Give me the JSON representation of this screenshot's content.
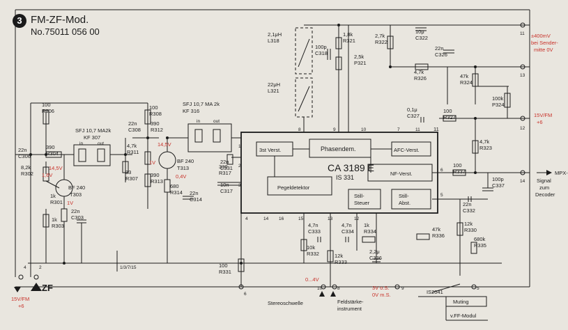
{
  "header": {
    "number": "3",
    "title": "FM-ZF-Mod.",
    "part_no": "No.75011 056 00"
  },
  "ic": {
    "name": "CA 3189 E",
    "code": "IS 331"
  },
  "blocks": {
    "stage3": "3st Verst.",
    "phase": "Phasendem.",
    "afc": "AFC-Verst.",
    "nf": "NF-Verst.",
    "pegel": "Pegeldetektor",
    "still_steuer": [
      "Still-",
      "Steuer"
    ],
    "still_abst": [
      "Still-",
      "Abst."
    ]
  },
  "filters": {
    "f1": [
      "SFJ 10,7 MA2k",
      "KF 307"
    ],
    "f2": [
      "SFJ 10,7 MA 2k",
      "KF 316"
    ],
    "in": "in",
    "out": "out"
  },
  "transistors": {
    "t303": [
      "BF 240",
      "T303"
    ],
    "t313": [
      "BF 240",
      "T313"
    ]
  },
  "components": [
    {
      "id": "r306",
      "t": [
        "100",
        "R306"
      ]
    },
    {
      "id": "c306",
      "t": [
        "22n",
        "C306"
      ]
    },
    {
      "id": "r304",
      "t": [
        "390",
        "R304"
      ]
    },
    {
      "id": "r302",
      "t": [
        "8,2k",
        "R302"
      ]
    },
    {
      "id": "r301",
      "t": [
        "1k",
        "R301"
      ]
    },
    {
      "id": "r303",
      "t": [
        "1k",
        "R303"
      ]
    },
    {
      "id": "c303",
      "t": [
        "22n",
        "C303"
      ]
    },
    {
      "id": "r311",
      "t": [
        "4,7k",
        "R311"
      ]
    },
    {
      "id": "r307",
      "t": [
        "33",
        "R307"
      ]
    },
    {
      "id": "c308",
      "t": [
        "22n",
        "C308"
      ]
    },
    {
      "id": "r308",
      "t": [
        "100",
        "R308"
      ]
    },
    {
      "id": "r312",
      "t": [
        "390",
        "R312"
      ]
    },
    {
      "id": "r313",
      "t": [
        "390",
        "R313"
      ]
    },
    {
      "id": "r314",
      "t": [
        "680",
        "R314"
      ]
    },
    {
      "id": "c314",
      "t": [
        "22n",
        "C314"
      ]
    },
    {
      "id": "c331",
      "t": [
        "22n",
        "C331"
      ]
    },
    {
      "id": "r317",
      "t": [
        "330",
        "R317"
      ]
    },
    {
      "id": "c317",
      "t": [
        "10n",
        "C317"
      ]
    },
    {
      "id": "l318",
      "t": [
        "2,1μH",
        "L318"
      ]
    },
    {
      "id": "l321",
      "t": [
        "22μH",
        "L321"
      ]
    },
    {
      "id": "c318",
      "t": [
        "100p",
        "C318"
      ]
    },
    {
      "id": "r321",
      "t": [
        "1,8k",
        "R321"
      ]
    },
    {
      "id": "p321",
      "t": [
        "2,5k",
        "P321"
      ]
    },
    {
      "id": "r322",
      "t": [
        "2,7k",
        "R322"
      ]
    },
    {
      "id": "c322",
      "t": [
        "10μ",
        "C322"
      ]
    },
    {
      "id": "c326",
      "t": [
        "22n",
        "C326"
      ]
    },
    {
      "id": "r326",
      "t": [
        "4,7k",
        "R326"
      ]
    },
    {
      "id": "r324",
      "t": [
        "47k",
        "R324"
      ]
    },
    {
      "id": "p324",
      "t": [
        "100k",
        "P324"
      ]
    },
    {
      "id": "c327",
      "t": [
        "0,1μ",
        "C327"
      ]
    },
    {
      "id": "r327",
      "t": [
        "100",
        "R327"
      ]
    },
    {
      "id": "r323",
      "t": [
        "4,7k",
        "R323"
      ]
    },
    {
      "id": "r337",
      "t": [
        "100",
        "R337"
      ]
    },
    {
      "id": "c337",
      "t": [
        "100p",
        "C337"
      ]
    },
    {
      "id": "c332",
      "t": [
        "22n",
        "C332"
      ]
    },
    {
      "id": "r330",
      "t": [
        "12k",
        "R330"
      ]
    },
    {
      "id": "r335",
      "t": [
        "680k",
        "R335"
      ]
    },
    {
      "id": "r336",
      "t": [
        "47k",
        "R336"
      ]
    },
    {
      "id": "c333",
      "t": [
        "4,7n",
        "C333"
      ]
    },
    {
      "id": "r332",
      "t": [
        "10k",
        "R332"
      ]
    },
    {
      "id": "r333",
      "t": [
        "12k",
        "R333"
      ]
    },
    {
      "id": "c334",
      "t": [
        "4,7n",
        "C334"
      ]
    },
    {
      "id": "r334",
      "t": [
        "1k",
        "R334"
      ]
    },
    {
      "id": "c336",
      "t": [
        "2,2μ",
        "C336"
      ]
    },
    {
      "id": "r331",
      "t": [
        "100",
        "R331"
      ]
    }
  ],
  "ic_pins": [
    "1",
    "2",
    "3",
    "4",
    "5",
    "6",
    "7",
    "8",
    "9",
    "10",
    "11",
    "12",
    "13",
    "14",
    "15",
    "16"
  ],
  "voltages": {
    "v1": "14,5V",
    "v2": "1,6V",
    "v3": "1V",
    "v4": "14,5V",
    "v5": "1V",
    "v6": "0,4V",
    "range": "0...4V",
    "pin11_tag": "11"
  },
  "connectors": {
    "c11": "11",
    "c13": "13",
    "c12": "12",
    "c14": "14",
    "c4": "4",
    "c2": "2",
    "c6": "6",
    "c10": "10",
    "c8": "8",
    "c9": "9",
    "c5": "5"
  },
  "notes": {
    "afc_out": [
      "±400mV",
      "bei Sender-",
      "mitte 0V"
    ],
    "supply_right": [
      "15V/FM",
      "+6"
    ],
    "mpx": [
      "MPX-",
      "Signal",
      "zum",
      "Decoder"
    ],
    "supply_left": [
      "15V/FM",
      "+6"
    ],
    "zf": "ZF",
    "ground_ref": "1/3/7/15",
    "stereo": "Stereoschwelle",
    "feld": [
      "Feldstärke-",
      "instrument"
    ],
    "vos": [
      "3V o.S.",
      "0V m.S."
    ],
    "is2041": "IS2041",
    "muting": "Muting",
    "vff": "v.FF-Modul"
  },
  "colors": {
    "ink": "#1a1a1a",
    "red": "#c8322a",
    "paper": "#e9e6df"
  }
}
